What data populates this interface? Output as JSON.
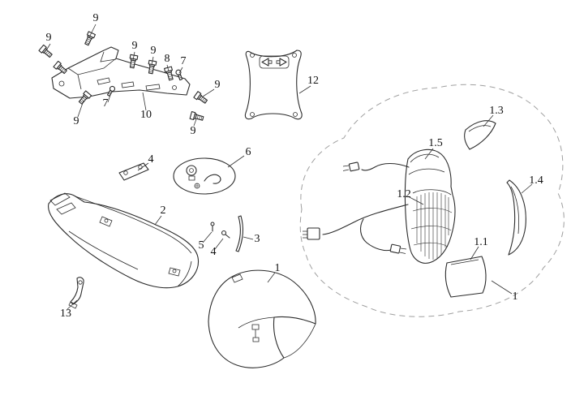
{
  "diagram": {
    "background": "#ffffff",
    "line_color": "#2b2b2b",
    "dash_color": "#9f9f9f",
    "labels": [
      {
        "part": "bolt",
        "text": "9"
      },
      {
        "part": "bolt",
        "text": "9"
      },
      {
        "part": "bolt",
        "text": "9"
      },
      {
        "part": "bolt",
        "text": "9"
      },
      {
        "part": "washer-bolt",
        "text": "8"
      },
      {
        "part": "screw",
        "text": "7"
      },
      {
        "part": "bolt",
        "text": "9"
      },
      {
        "part": "screw",
        "text": "7"
      },
      {
        "part": "carrier-bracket",
        "text": "10"
      },
      {
        "part": "bolt",
        "text": "9"
      },
      {
        "part": "bolt",
        "text": "9"
      },
      {
        "part": "arrow-plate",
        "text": "12"
      },
      {
        "part": "bracket",
        "text": "4"
      },
      {
        "part": "hardware-kit",
        "text": "6"
      },
      {
        "part": "rear-fender",
        "text": "2"
      },
      {
        "part": "pin",
        "text": "5"
      },
      {
        "part": "screw-small",
        "text": "4"
      },
      {
        "part": "strip",
        "text": "3"
      },
      {
        "part": "front-fender",
        "text": "1"
      },
      {
        "part": "hook-bracket",
        "text": "13"
      },
      {
        "part": "taillight-housing",
        "text": "1.5"
      },
      {
        "part": "lens-small",
        "text": "1.3"
      },
      {
        "part": "wiring",
        "text": "1.2"
      },
      {
        "part": "lens-side",
        "text": "1.4"
      },
      {
        "part": "lens-bottom",
        "text": "1.1"
      },
      {
        "part": "taillight-assembly",
        "text": "1"
      }
    ]
  }
}
